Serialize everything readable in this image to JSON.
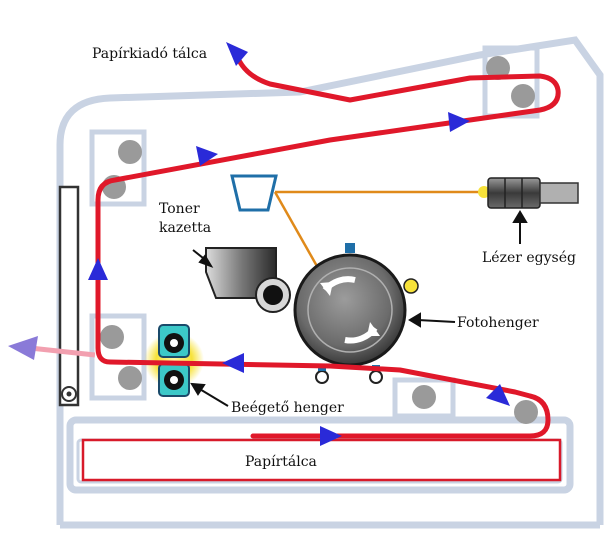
{
  "labels": {
    "output_tray": "Papírkiadó tálca",
    "toner_line1": "Toner",
    "toner_line2": "kazetta",
    "laser": "Lézer egység",
    "drum": "Fotohenger",
    "fuser": "Beégető henger",
    "paper_tray": "Papírtálca"
  },
  "colors": {
    "paper_path": "#e0182a",
    "arrow": "#2a2ad8",
    "exit_arrow": "#8a7ad8",
    "housing": "#c9d3e3",
    "roller": "#9a9a9a",
    "laser_beam": "#e08a1a",
    "fuser_glow": "#f7e23a",
    "fuser_body": "#3cc8c8",
    "drum": "#6b6b6b"
  }
}
